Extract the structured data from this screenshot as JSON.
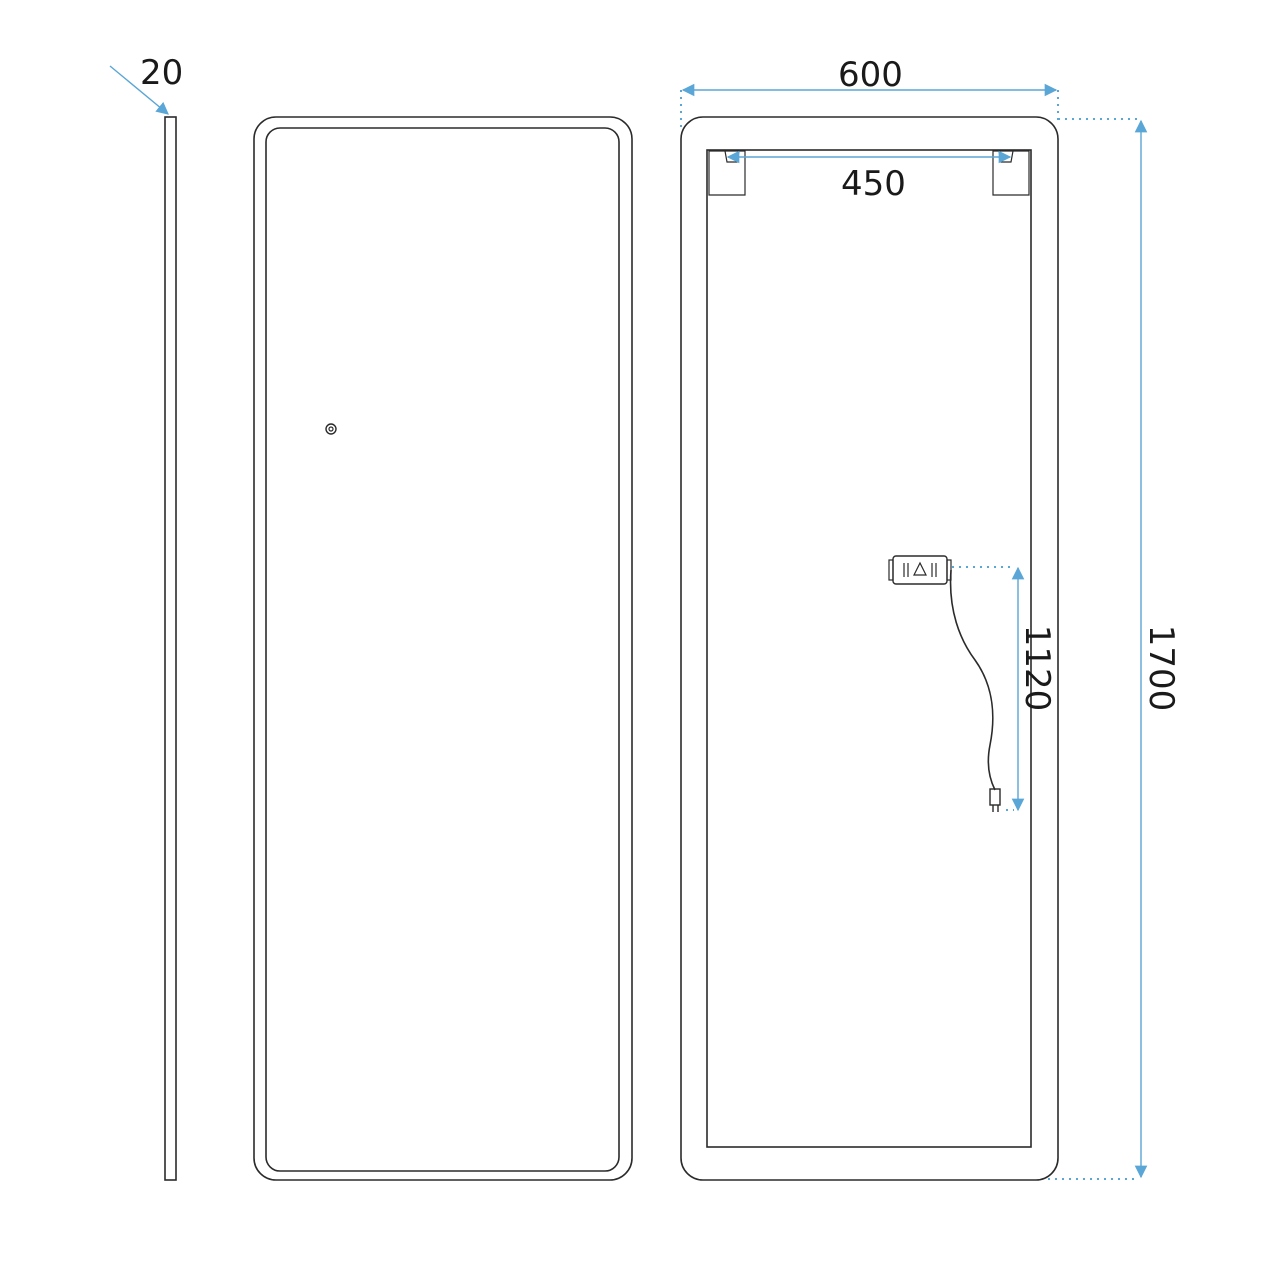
{
  "dimensions": {
    "thickness": "20",
    "width": "600",
    "bracket_spacing": "450",
    "socket_height": "1120",
    "height": "1700"
  },
  "colors": {
    "dimension_line": "#5aa6d6",
    "outline": "#2b2b2b",
    "background": "#ffffff"
  }
}
